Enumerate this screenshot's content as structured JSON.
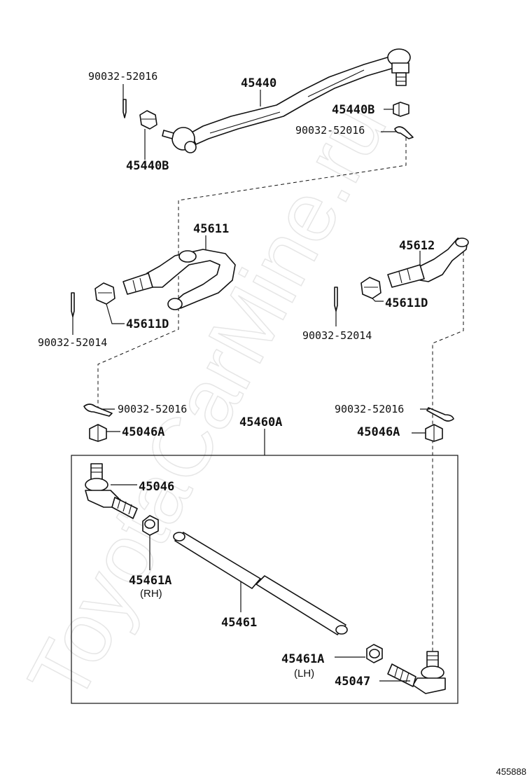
{
  "watermark": "ToyotaCarMine.ru",
  "diagram_code": "455888",
  "labels": {
    "drag_link": "45440",
    "drag_link_cotter_pin": "90032-52016",
    "drag_link_nut_left": "45440B",
    "drag_link_nut_right": "45440B",
    "drag_link_cotter_pin_right": "90032-52016",
    "knuckle_arm_rh": "45611",
    "knuckle_arm_lh": "45612",
    "knuckle_nut_left": "45611D",
    "knuckle_nut_right": "45611D",
    "cotter_pin_left": "90032-52014",
    "cotter_pin_right": "90032-52014",
    "tie_rod_cotter_left": "90032-52016",
    "tie_rod_cotter_right": "90032-52016",
    "tie_rod_nut_left": "45046A",
    "tie_rod_nut_right": "45046A",
    "tie_rod_assy": "45460A",
    "tie_rod_end_rh": "45046",
    "clamp_rh": "45461A",
    "clamp_rh_note": "(RH)",
    "tie_rod_tube": "45461",
    "clamp_lh": "45461A",
    "clamp_lh_note": "(LH)",
    "tie_rod_end_lh": "45047"
  }
}
